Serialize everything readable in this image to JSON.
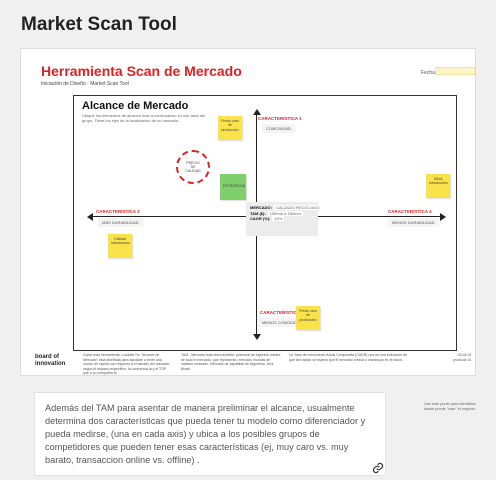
{
  "page": {
    "title": "Market Scan Tool"
  },
  "board": {
    "title": "Herramienta Scan de Mercado",
    "subtitle": "Iniciación de Diseño · Market Scan Tool",
    "fecha_label": "Fecha",
    "section_title": "Alcance de Mercado",
    "section_desc": "Ubique los elementos de alcance más a continuación en ese área del grupo. Tiene los ejes de la localización de su mercado.",
    "axes": {
      "top": {
        "label": "CARACTERÍSTICA 1",
        "value": "COMODIDAD"
      },
      "bottom": {
        "label": "CARACTERÍSTICA 2",
        "value": "MENOS COMODIDAD"
      },
      "left": {
        "label": "CARACTERÍSTICA 3",
        "value": "MÁS DURABILIDAD"
      },
      "right": {
        "label": "CARACTERÍSTICA 4",
        "value": "MENOS DURABILIDAD"
      }
    },
    "stickies": {
      "top": "Precio caro de producción",
      "left": "Calidad Introducción",
      "right": "Difícil Introducción",
      "bottom": "Precio caro de producción",
      "green": "ESTRATEGIA"
    },
    "circle_label": "PRECIO DE CALIDAD",
    "center": {
      "mercado_label": "MERCADO:",
      "mercado_value": "CALZADO RECICLADO",
      "tam_label": "TAM ($):",
      "tam_value": "150mm a 180mm",
      "cagr_label": "CAGR (%):",
      "cagr_value": "10%"
    },
    "logo": {
      "line1": "board of",
      "line2": "innovation"
    },
    "footer": {
      "note1": "Guión esta herramienta. Localize No \"Alcance de Mercado\" esta diseñada para ayudarle a tener una noción de rápida con respecto a el tamaño del mercado según el espacio específico, la ocurrencia la y el TOP que a su compañía fe.",
      "note2": "TAM - Mercado total direccionable: potencial de ingresos totales de todo el mercado; que representa, mercado mundial de calzado reciclado. Mercado de zapatillas de Argentina, 4m4 Brasil.",
      "note3": "La \"tasa de crecimiento Anual Compuesta (CAGR) nos da una indicación de qué tan rápido se espera que el mercado crezca o disminuya en el futuro.",
      "right1": "HOJA 01",
      "right2": "producto 01"
    }
  },
  "caption": {
    "text": "Además del TAM para asentar de manera preliminar el alcance, usualmente determina dos características que pueda tener tu modelo como diferenciador y pueda medirse, (una en cada axis) y ubica a los posibles grupos de competidores que pueden tener esas características (ej, muy caro  vs. muy barato, transaccion online vs. offline) ."
  },
  "side_note": "Use este punto para identificar donde puede \"caer\" el negocio.",
  "icons": {
    "link": "link-icon"
  },
  "colors": {
    "accent": "#d82424",
    "sticky_yellow": "#f9e24a",
    "sticky_green": "#7fcf6a"
  }
}
